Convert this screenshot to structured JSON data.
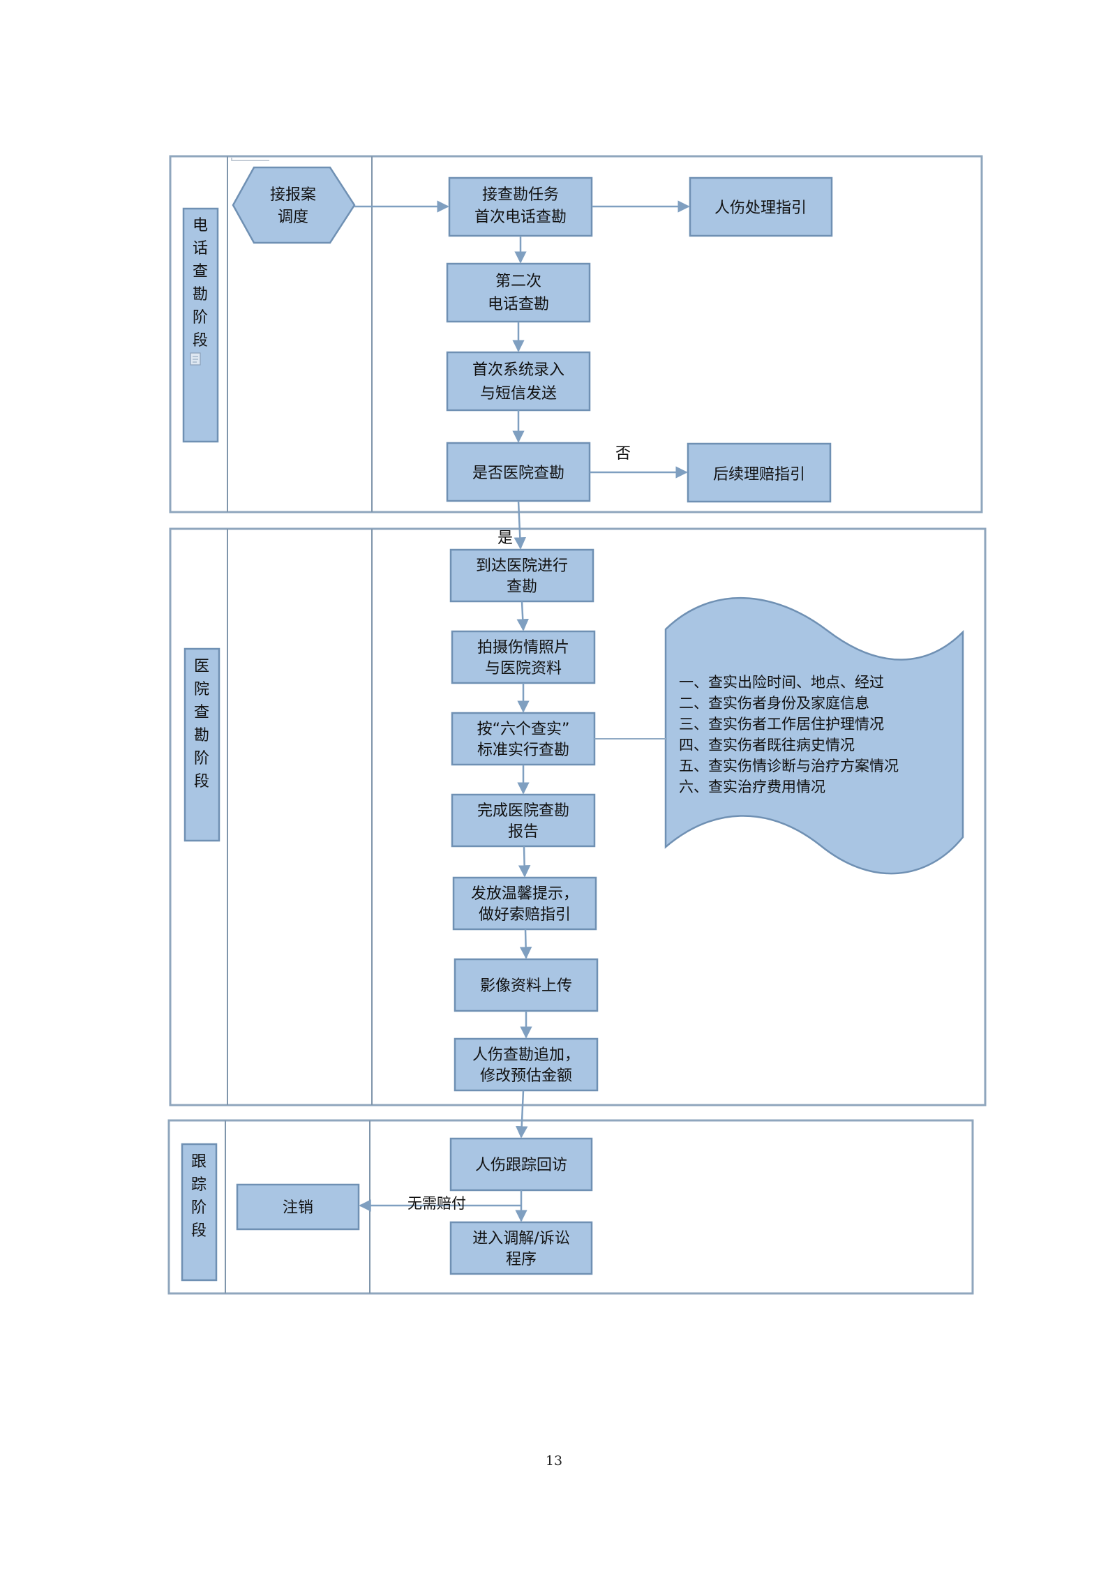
{
  "colors": {
    "box_fill": "#a9c5e3",
    "box_stroke": "#6f90b3",
    "frame": "#8fa6bd",
    "arrow": "#7f9fc0"
  },
  "stages": {
    "phone": {
      "label": "电话查勘阶段"
    },
    "hospital": {
      "label": "医院查勘阶段"
    },
    "tracking": {
      "label": "跟踪阶段"
    }
  },
  "nodes": {
    "dispatch": {
      "line1": "接报案",
      "line2": "调度"
    },
    "first_call": {
      "line1": "接查勘任务",
      "line2": "首次电话查勘"
    },
    "injury_guide": {
      "label": "人伤处理指引"
    },
    "second_call": {
      "line1": "第二次",
      "line2": "电话查勘"
    },
    "sys_entry": {
      "line1": "首次系统录入",
      "line2": "与短信发送"
    },
    "hospital_decision": {
      "label": "是否医院查勘"
    },
    "followup_guide": {
      "label": "后续理赔指引"
    },
    "arrive_hospital": {
      "line1": "到达医院进行",
      "line2": "查勘"
    },
    "photos": {
      "line1": "拍摄伤情照片",
      "line2": "与医院资料"
    },
    "six_checks": {
      "line1": "按“六个查实”",
      "line2": "标准实行查勘"
    },
    "report": {
      "line1": "完成医院查勘",
      "line2": "报告"
    },
    "reminder": {
      "line1": "发放温馨提示，",
      "line2": "做好索赔指引"
    },
    "upload": {
      "label": "影像资料上传"
    },
    "amend": {
      "line1": "人伤查勘追加，",
      "line2": "修改预估金额"
    },
    "tracking_visit": {
      "label": "人伤跟踪回访"
    },
    "mediation": {
      "line1": "进入调解/诉讼",
      "line2": "程序"
    },
    "cancel": {
      "label": "注销"
    }
  },
  "edge_labels": {
    "no": "否",
    "yes": "是",
    "no_payment": "无需赔付"
  },
  "six_checks_list": [
    "一、查实出险时间、地点、经过",
    "二、查实伤者身份及家庭信息",
    "三、查实伤者工作居住护理情况",
    "四、查实伤者既往病史情况",
    "五、查实伤情诊断与治疗方案情况",
    "六、查实治疗费用情况"
  ],
  "page_number": "13"
}
